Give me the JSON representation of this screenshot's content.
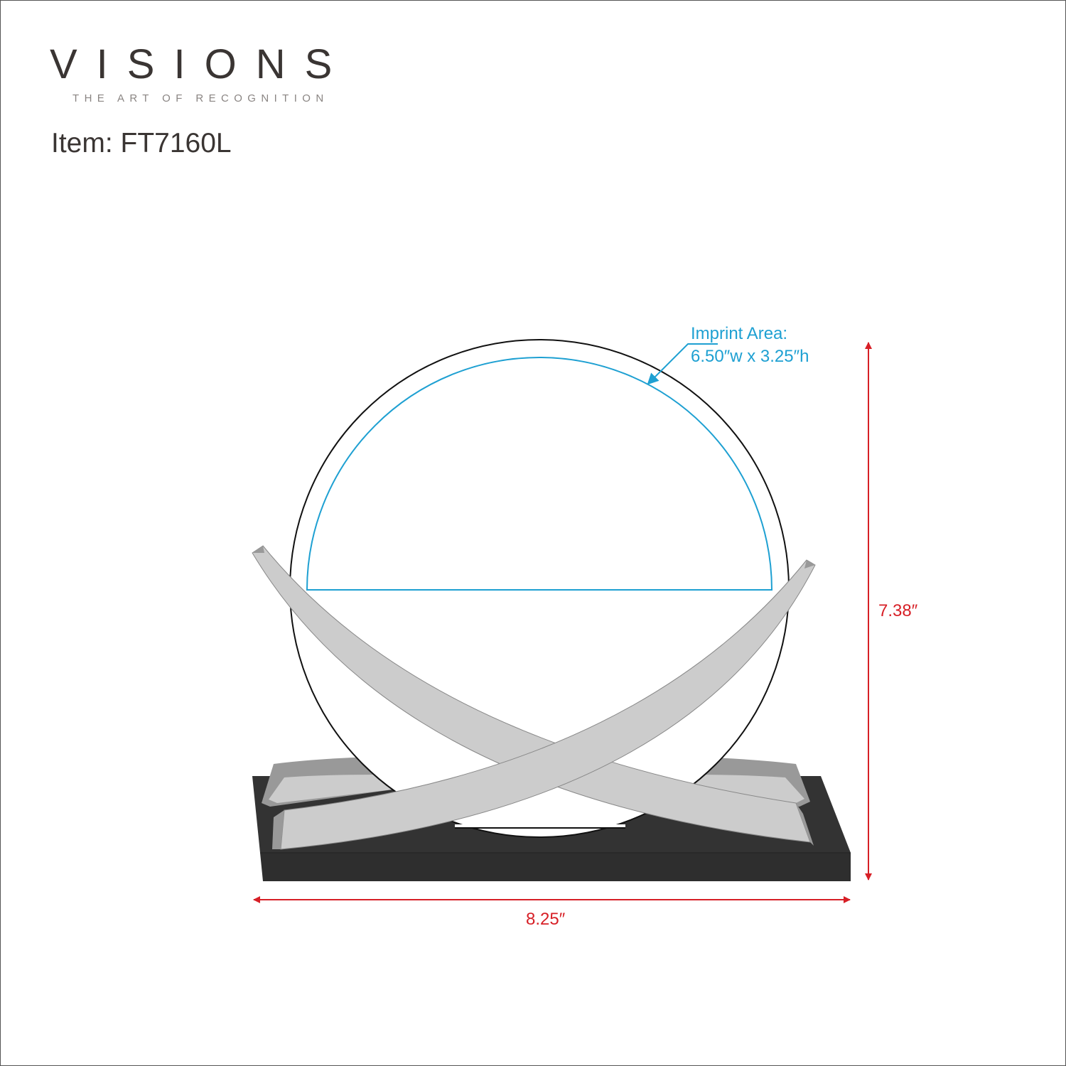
{
  "brand": {
    "name": "VISIONS",
    "tagline": "THE ART OF RECOGNITION"
  },
  "item": {
    "label": "Item: FT7160L"
  },
  "imprint": {
    "title": "Imprint Area:",
    "size": "6.50″w x 3.25″h"
  },
  "dimensions": {
    "height": "7.38″",
    "width": "8.25″"
  },
  "colors": {
    "imprint": "#1ea0d2",
    "dimension": "#d71f26",
    "base": "#333333",
    "arms": "#cccccc"
  }
}
